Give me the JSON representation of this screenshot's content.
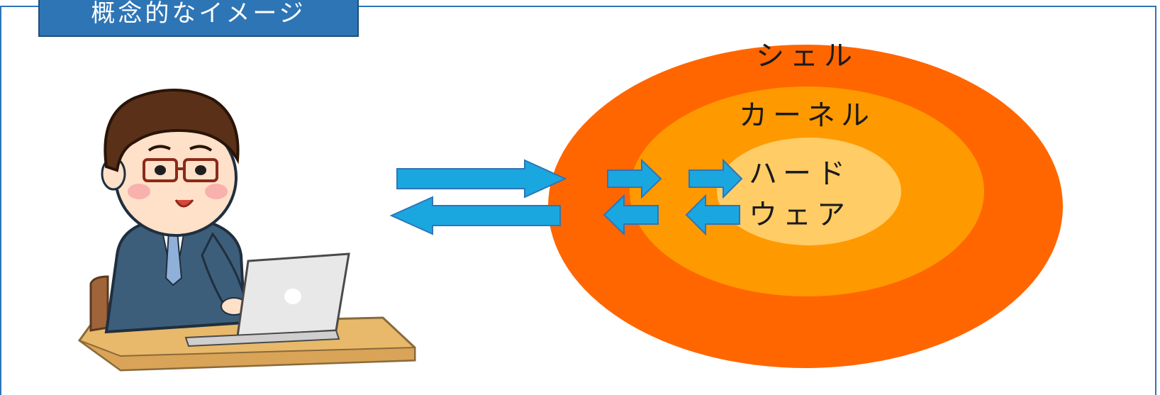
{
  "title": "概念的なイメージ",
  "layers": {
    "shell": "シェル",
    "kernel": "カーネル",
    "hardware_line1": "ハード",
    "hardware_line2": "ウェア"
  },
  "colors": {
    "frame": "#2e75b6",
    "shell": "#ff6600",
    "kernel": "#ff9900",
    "hardware": "#ffcc66",
    "arrow_fill": "#1aa7e0",
    "arrow_stroke": "#2e75b6"
  },
  "icons": {
    "user": "person-at-laptop-icon"
  }
}
